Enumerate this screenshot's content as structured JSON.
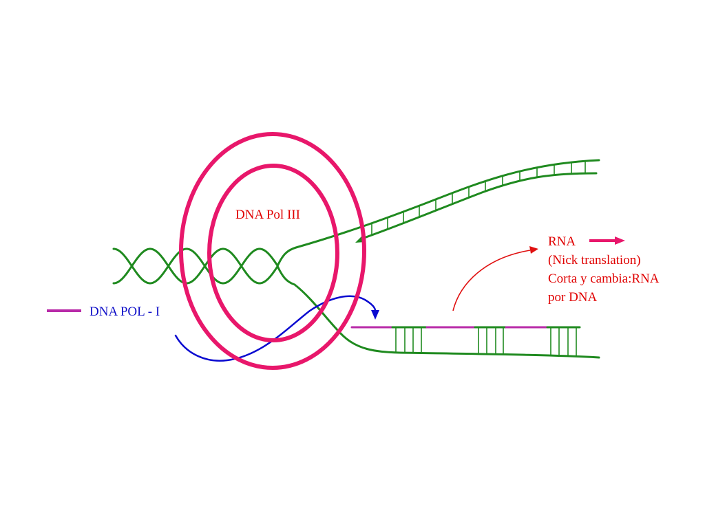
{
  "labels": {
    "pol3": "DNA Pol III",
    "legend": "DNA POL - I",
    "rna": "RNA",
    "nick": "(Nick translation)",
    "corta": "Corta y cambia:RNA",
    "por": "por DNA"
  },
  "colors": {
    "dna": "#1f8a1f",
    "rna_primer": "#b82aa8",
    "polymerase_ring": "#e8176b",
    "pol1_path": "#0a0ad0",
    "text_red": "#e00000",
    "text_blue": "#1010c8",
    "annotation_arrow": "#e01010"
  }
}
